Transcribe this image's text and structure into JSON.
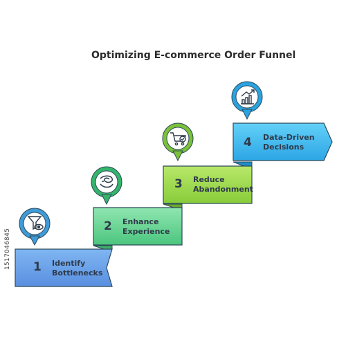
{
  "title": "Optimizing E-commerce Order Funnel",
  "steps": [
    {
      "number": "1",
      "label": "Identify\nBottlenecks",
      "icon": "funnel-eye-icon",
      "color_top": "#7fb6f2",
      "color_bottom": "#5a8fe0",
      "pin_color": "#3f9bd8"
    },
    {
      "number": "2",
      "label": "Enhance\nExperience",
      "icon": "swirl-face-icon",
      "color_top": "#8fe6b0",
      "color_bottom": "#4cc57e",
      "pin_color": "#35b56b"
    },
    {
      "number": "3",
      "label": "Reduce\nAbandonment",
      "icon": "cart-check-icon",
      "color_top": "#b8e86a",
      "color_bottom": "#88cc3a",
      "pin_color": "#7bc13a"
    },
    {
      "number": "4",
      "label": "Data-Driven\nDecisions",
      "icon": "growth-chart-icon",
      "color_top": "#63d0f7",
      "color_bottom": "#2da6e6",
      "pin_color": "#2aa3e0"
    }
  ],
  "watermark": "1517046845"
}
